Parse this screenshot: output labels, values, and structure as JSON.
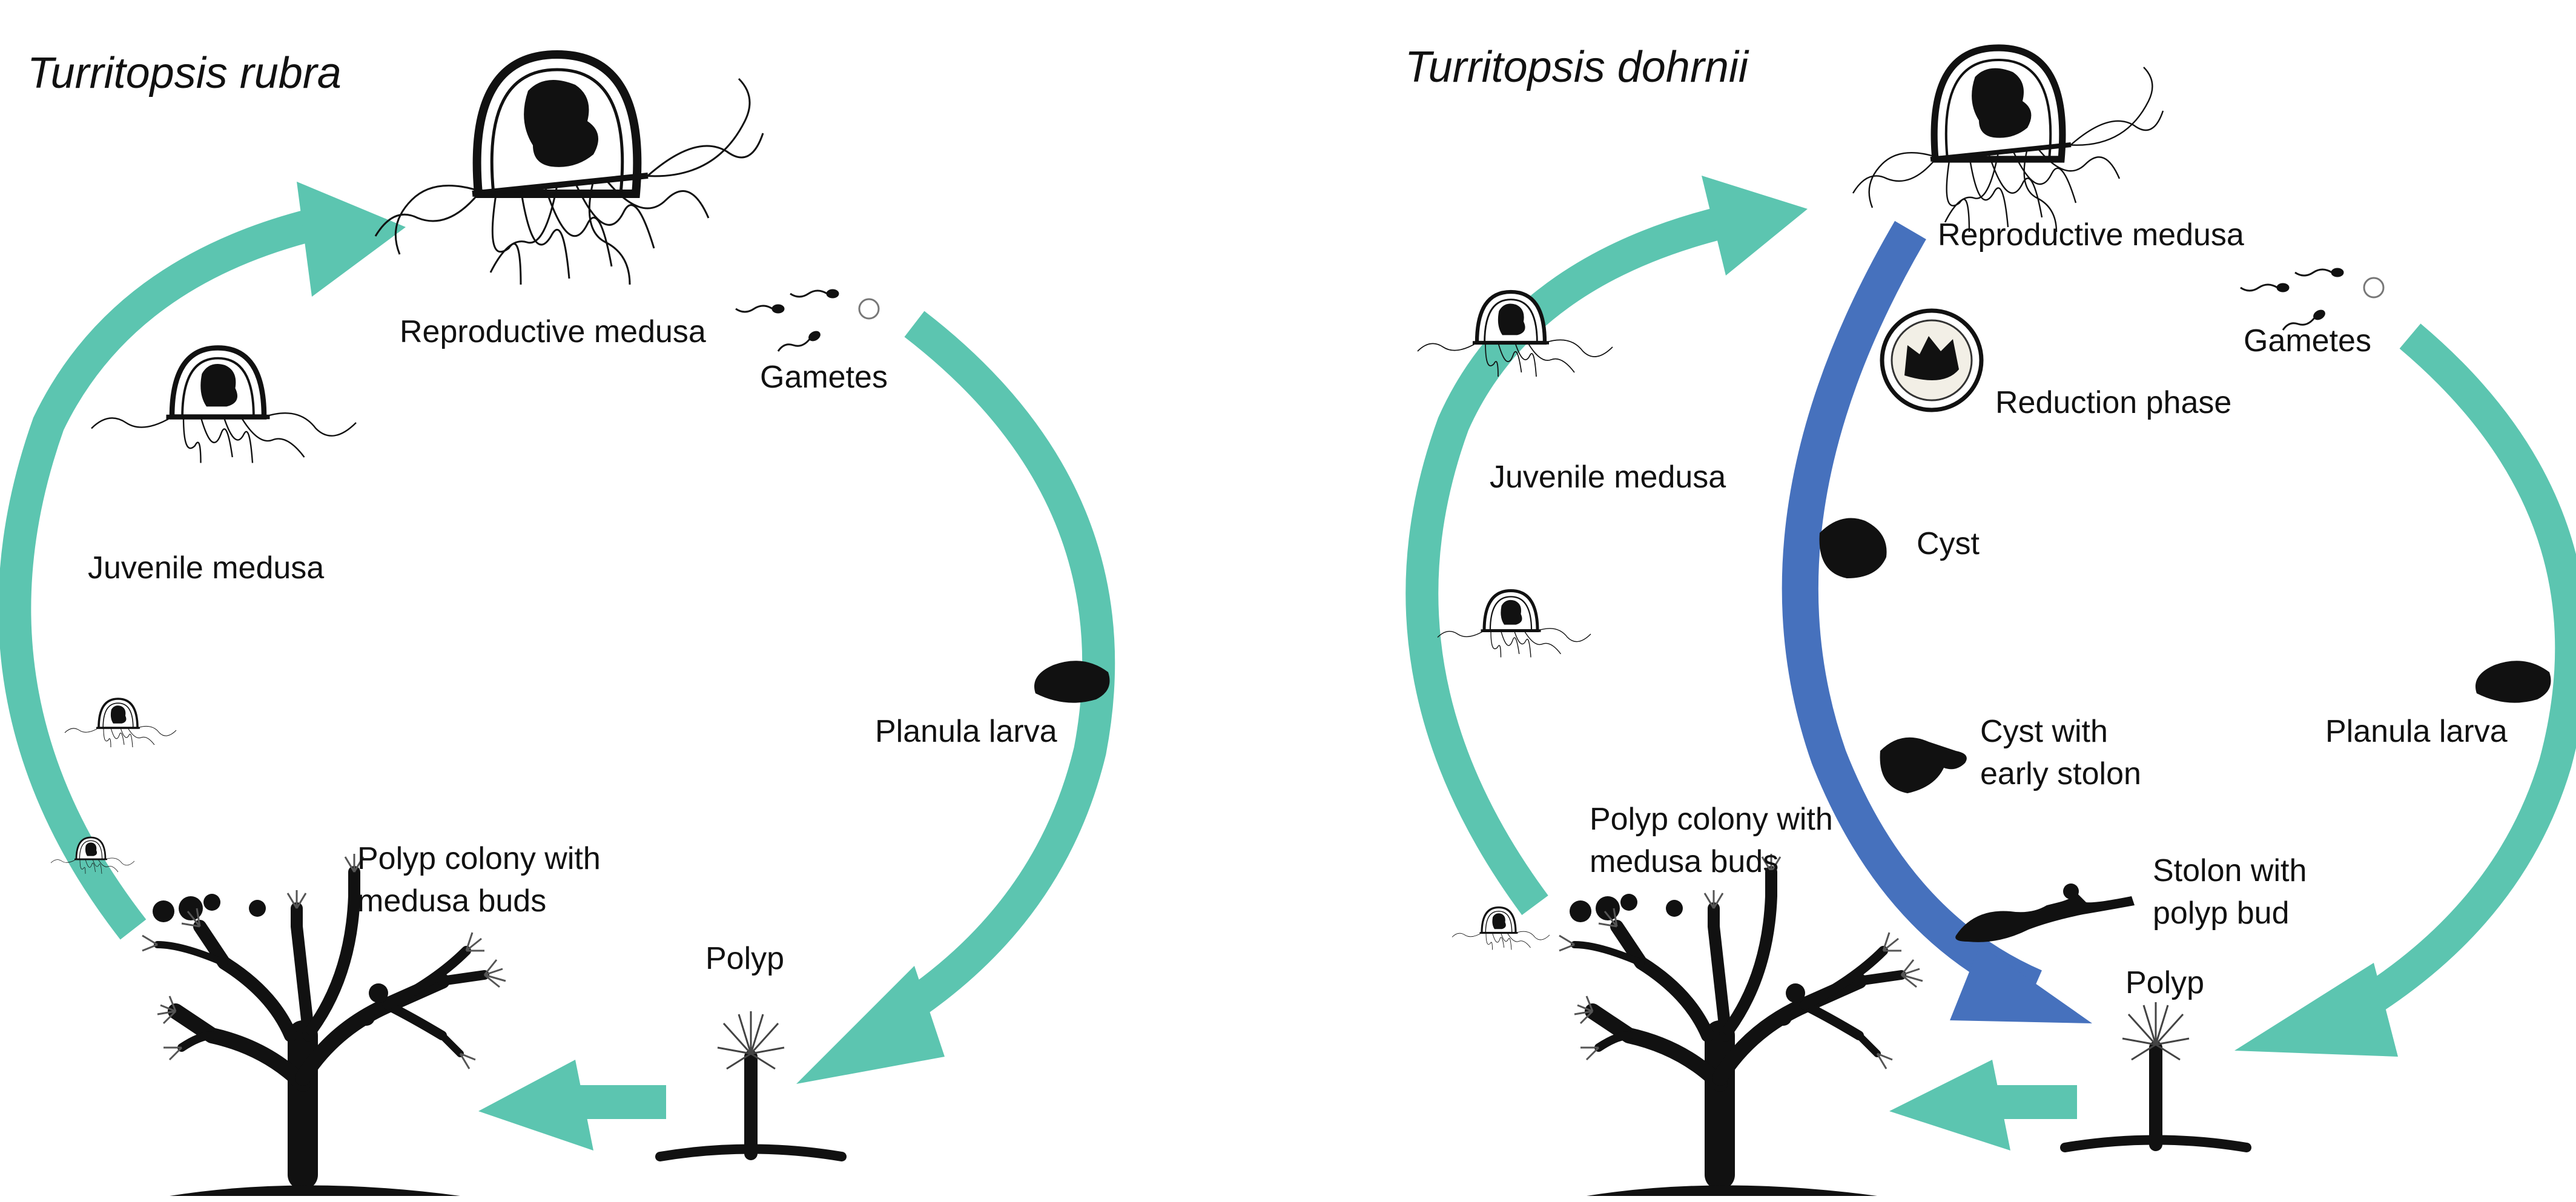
{
  "colors": {
    "green_arrow": "#5CC5B0",
    "blue_arrow": "#4671BD",
    "ink": "#111111"
  },
  "left_panel": {
    "title": "Turritopsis rubra",
    "labels": {
      "reproductive_medusa": "Reproductive medusa",
      "gametes": "Gametes",
      "juvenile_medusa": "Juvenile medusa",
      "planula_larva": "Planula larva",
      "polyp_colony_line1": "Polyp colony with",
      "polyp_colony_line2": "medusa buds",
      "polyp": "Polyp"
    }
  },
  "right_panel": {
    "title": "Turritopsis dohrnii",
    "labels": {
      "reproductive_medusa": "Reproductive medusa",
      "gametes": "Gametes",
      "reduction_phase": "Reduction phase",
      "juvenile_medusa": "Juvenile medusa",
      "cyst": "Cyst",
      "cyst_stolon_line1": "Cyst with",
      "cyst_stolon_line2": "early stolon",
      "planula_larva": "Planula larva",
      "polyp_colony_line1": "Polyp colony with",
      "polyp_colony_line2": "medusa buds",
      "stolon_line1": "Stolon with",
      "stolon_line2": "polyp bud",
      "polyp": "Polyp"
    }
  }
}
